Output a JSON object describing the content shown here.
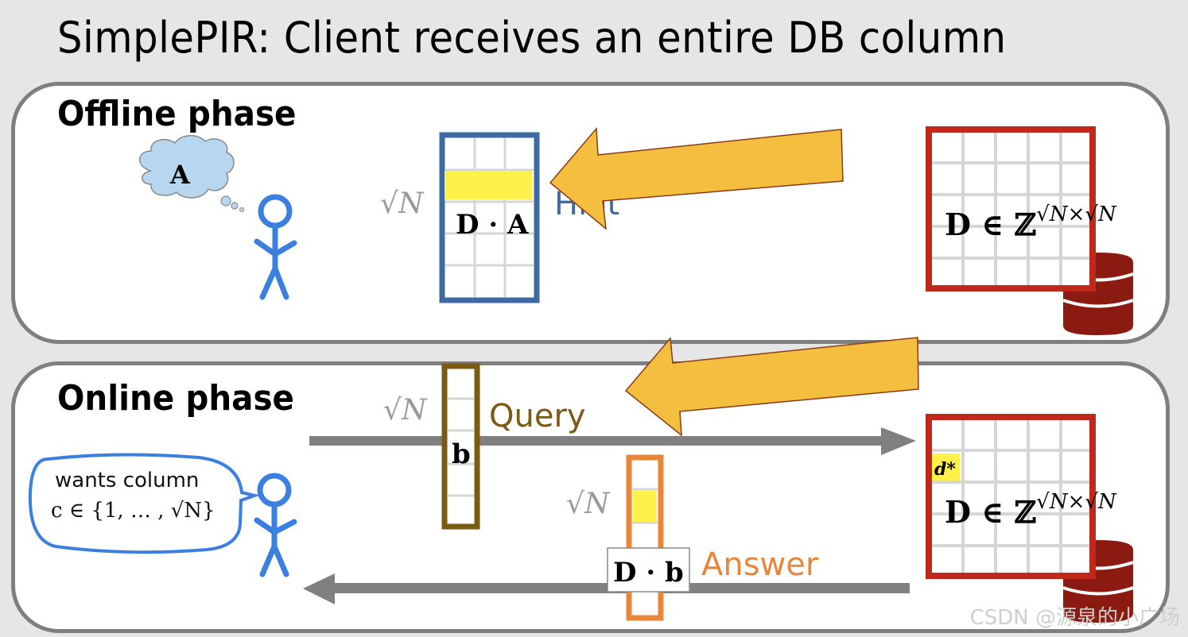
{
  "title": "SimplePIR: Client receives an entire DB column",
  "offline": {
    "label": "Offline phase",
    "thought": "A",
    "client_matrix_label": "D · A",
    "client_dim": "√N",
    "hint_label": "Hint",
    "db_label": "D ∈ ℤ",
    "db_exponent": "√N×√N"
  },
  "online": {
    "label": "Online phase",
    "speech_line1": "wants column",
    "speech_line2": "c ∈ {1, … , √N}",
    "query_label": "Query",
    "query_vector_label": "b",
    "query_dim": "√N",
    "answer_label": "Answer",
    "answer_vector_label": "D · b",
    "answer_dim": "√N",
    "db_label": "D ∈ ℤ",
    "db_exponent": "√N×√N",
    "db_highlight": "d*"
  },
  "colors": {
    "client": "#3b7fe0",
    "hint_matrix": "#3d6aa3",
    "database": "#c0281b",
    "db_cylinder": "#8b1a10",
    "query": "#7b5a14",
    "answer": "#e8873a",
    "highlight": "#fef24a",
    "big_arrow": "#f4be3e",
    "flow_arrow": "#808080"
  },
  "watermark": "CSDN @源泉的小广场"
}
